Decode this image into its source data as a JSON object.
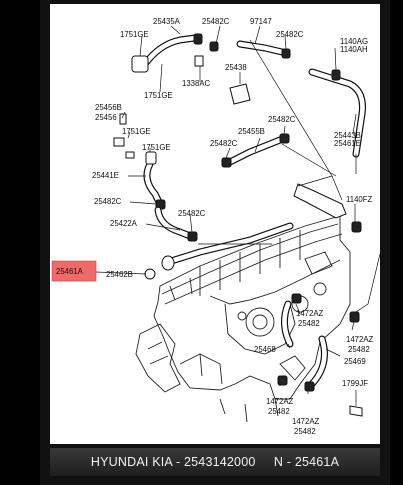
{
  "caption": {
    "brand": "HYUNDAI KIA",
    "part_number": "2543142000",
    "ref": "N - 25461A"
  },
  "highlight": {
    "label": "25461A",
    "color": "#f06a6a"
  },
  "labels": {
    "l25435A": "25435A",
    "l25482C_a": "25482C",
    "l97147": "97147",
    "l1751GE_a": "1751GE",
    "l25482C_b": "25482C",
    "l1140AG": "1140AG",
    "l1140AH": "1140AH",
    "l1751GE_b": "1751GE",
    "l1338AC": "1338AC",
    "l25438": "25438",
    "l25456B": "25456B",
    "l25456": "25456",
    "l1751GE_c": "1751GE",
    "l1751GE_d": "1751GE",
    "l25482C_c": "25482C",
    "l25455B": "25455B",
    "l25482C_d": "25482C",
    "l25443B": "25443B",
    "l25461E": "25461E",
    "l25441E": "25441E",
    "l25482C_e": "25482C",
    "l25482C_f": "25482C",
    "l1140FZ": "1140FZ",
    "l25422A": "25422A",
    "l25462B": "25462B",
    "l1472AZ_a": "1472AZ",
    "l25482_a": "25482",
    "l1472AZ_b": "1472AZ",
    "l25482_b": "25482",
    "l25468": "25468",
    "l25469": "25469",
    "l1799JF": "1799JF",
    "l1472AZ_c": "1472AZ",
    "l25482_c": "25482",
    "l1472AZ_d": "1472AZ",
    "l25482_d": "25482"
  },
  "colors": {
    "sheet": "#ffffff",
    "ink": "#111111",
    "caption_bg": "#2a2a2a",
    "caption_text": "#f2f2f2"
  }
}
